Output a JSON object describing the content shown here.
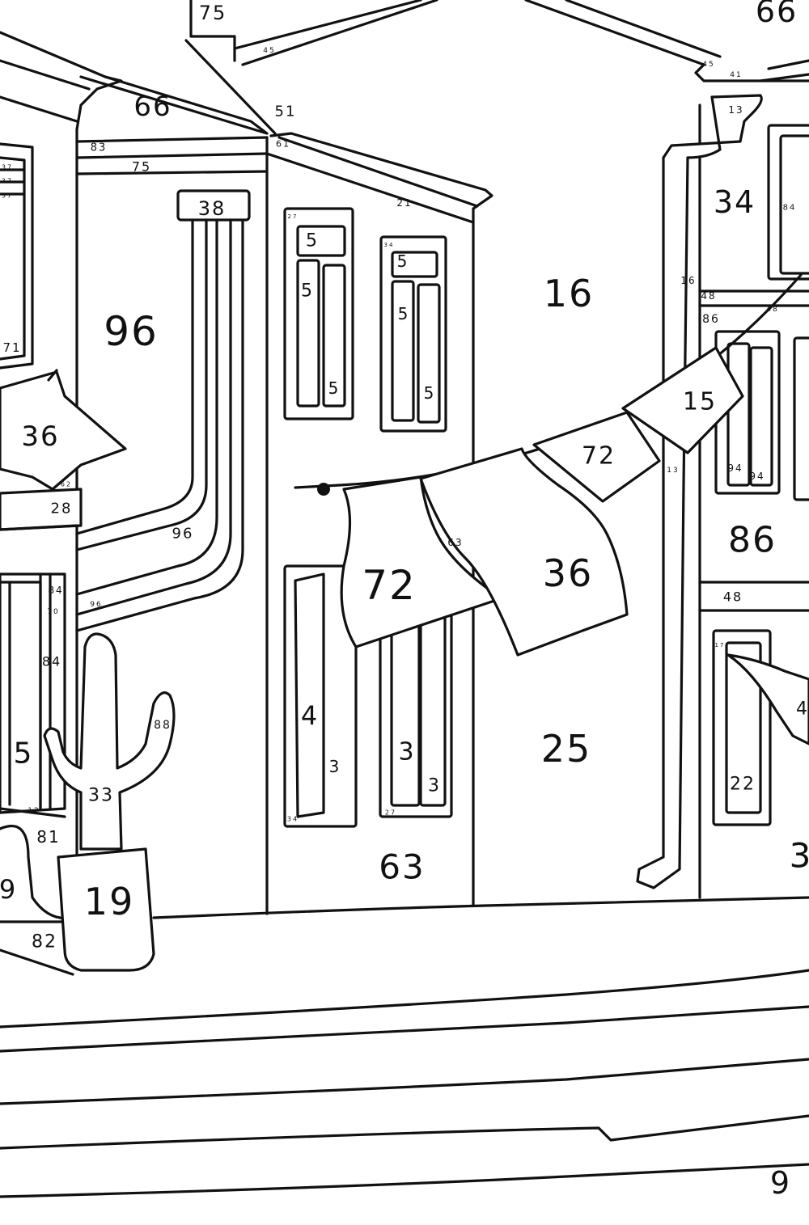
{
  "colors": {
    "line": "#111111",
    "paper": "#ffffff"
  },
  "labels": [
    "75",
    "45",
    "66",
    "51",
    "83",
    "61",
    "75",
    "38",
    "21",
    "66",
    "45",
    "41",
    "13",
    "37",
    "37",
    "37",
    "71",
    "96",
    "36",
    "62",
    "28",
    "96",
    "96",
    "84",
    "70",
    "84",
    "5",
    "12",
    "81",
    "9",
    "82",
    "88",
    "33",
    "19",
    "27",
    "5",
    "5",
    "5",
    "34",
    "5",
    "5",
    "5",
    "16",
    "16",
    "34",
    "84",
    "48",
    "48",
    "86",
    "15",
    "72",
    "13",
    "94",
    "94",
    "86",
    "63",
    "72",
    "36",
    "48",
    "17",
    "4",
    "22",
    "3",
    "4",
    "3",
    "34",
    "3",
    "3",
    "27",
    "25",
    "63",
    "9"
  ]
}
